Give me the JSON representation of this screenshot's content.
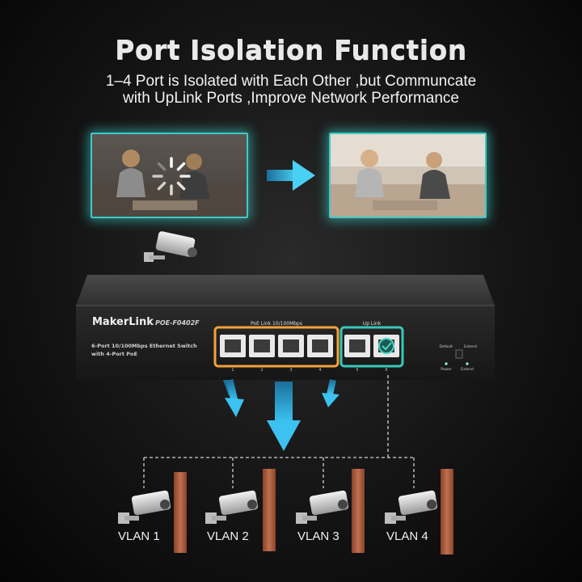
{
  "heading": {
    "title": "Port Isolation Function",
    "subtitle_line1": "1–4 Port is Isolated with Each Other ,but Communcate",
    "subtitle_line2": "with UpLink Ports ,Improve Network Performance"
  },
  "switch": {
    "brand": "MakerLink",
    "model": "POE-F0402F",
    "desc_line1": "6-Port 10/100Mbps Ethernet Switch",
    "desc_line2": "with 4-Port PoE",
    "poe_group_label": "PoE Link 10/100Mbps",
    "uplink_group_label": "Up Link",
    "port_numbers": [
      "1",
      "2",
      "3",
      "4",
      "5",
      "6"
    ],
    "switch_label_default": "Default",
    "switch_label_extend": "Extend",
    "led_power": "Power",
    "led_extend": "Extend"
  },
  "vlans": [
    "VLAN 1",
    "VLAN 2",
    "VLAN 3",
    "VLAN 4"
  ],
  "colors": {
    "glow": "#3fc9c6",
    "arrow": "#2aa8d8",
    "poe_outline": "#f5a23a",
    "uplink_outline": "#36c9b8",
    "wall": "#a8583a"
  },
  "icons": [
    "loading-spinner-icon",
    "arrow-right-icon",
    "camera-icon",
    "checkmark-icon",
    "brick-wall-icon"
  ]
}
